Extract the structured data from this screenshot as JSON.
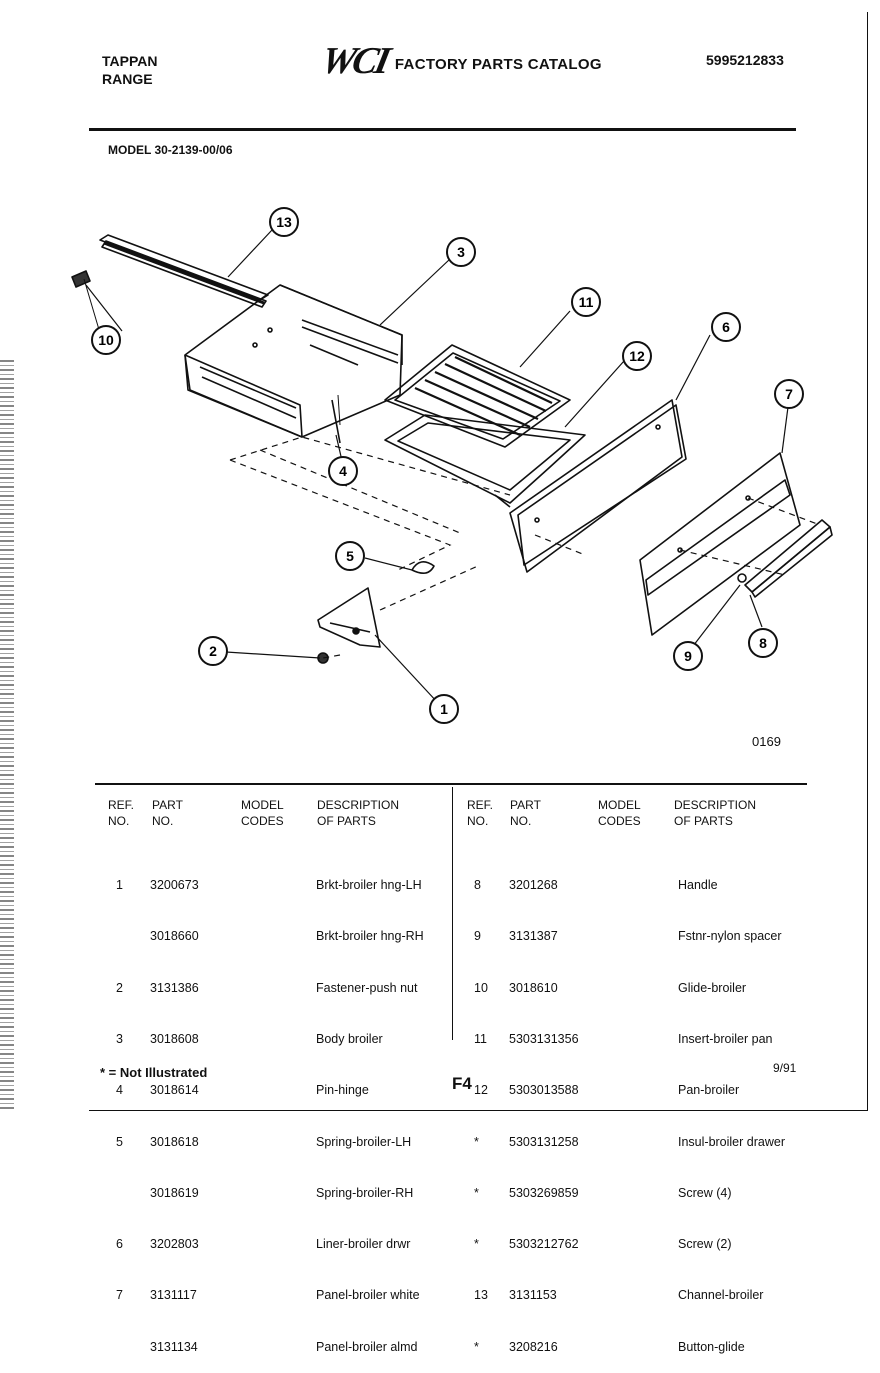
{
  "header": {
    "brand_line1": "TAPPAN",
    "brand_line2": "RANGE",
    "logo_text": "WCI",
    "catalog_title": "FACTORY PARTS CATALOG",
    "catalog_number": "5995212833"
  },
  "model": "MODEL 30-2139-00/06",
  "drawing_code": "0169",
  "callouts": [
    "1",
    "2",
    "3",
    "4",
    "5",
    "6",
    "7",
    "8",
    "9",
    "10",
    "11",
    "12",
    "13"
  ],
  "table": {
    "headers": {
      "ref": [
        "REF.",
        "NO."
      ],
      "part": [
        "PART",
        "NO."
      ],
      "codes": [
        "MODEL",
        "CODES"
      ],
      "desc": [
        "DESCRIPTION",
        "OF PARTS"
      ]
    },
    "left": {
      "refs": [
        "1",
        "",
        "2",
        "3",
        "4",
        "5",
        "",
        "6",
        "7",
        ""
      ],
      "parts": [
        "3200673",
        "3018660",
        "3131386",
        "3018608",
        "3018614",
        "3018618",
        "3018619",
        "3202803",
        "3131117",
        "3131134"
      ],
      "descs": [
        "Brkt-broiler hng-LH",
        "Brkt-broiler hng-RH",
        "Fastener-push nut",
        "Body broiler",
        "Pin-hinge",
        "Spring-broiler-LH",
        "Spring-broiler-RH",
        "Liner-broiler drwr",
        "Panel-broiler white",
        "Panel-broiler almd"
      ]
    },
    "right": {
      "refs": [
        "8",
        "9",
        "10",
        "11",
        "12",
        "*",
        "*",
        "*",
        "13",
        "*"
      ],
      "parts": [
        "3201268",
        "3131387",
        "3018610",
        "5303131356",
        "5303013588",
        "5303131258",
        "5303269859",
        "5303212762",
        "3131153",
        "3208216"
      ],
      "descs": [
        "Handle",
        "Fstnr-nylon spacer",
        "Glide-broiler",
        "Insert-broiler pan",
        "Pan-broiler",
        "Insul-broiler drawer",
        "Screw (4)",
        "Screw (2)",
        "Channel-broiler",
        "Button-glide"
      ]
    }
  },
  "footer": {
    "note": "* = Not Illustrated",
    "page": "F4",
    "date": "9/91"
  }
}
